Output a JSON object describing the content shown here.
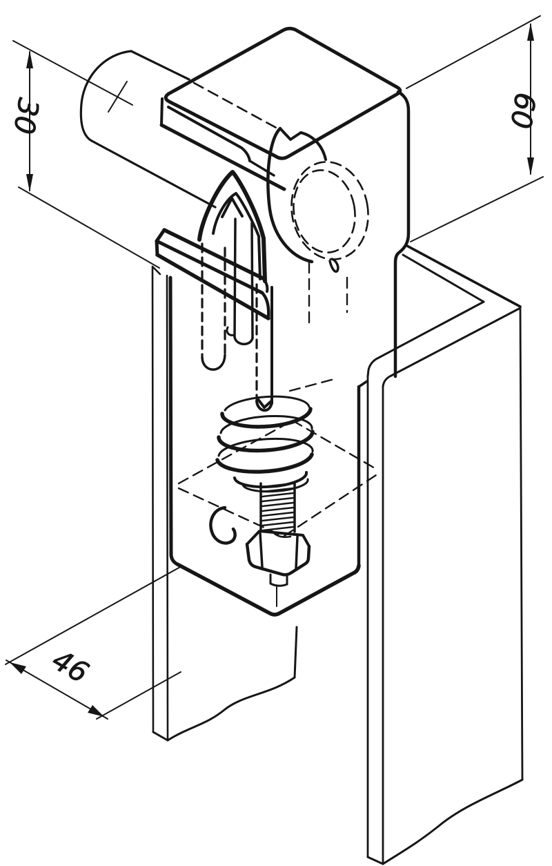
{
  "drawing": {
    "title": "Isometric line drawing of a spring-loaded beam clamp fixing a pipe to a channel profile",
    "colors": {
      "ink": "#161616",
      "background": "#ffffff"
    },
    "dimensions": {
      "d30": {
        "value": "30"
      },
      "d60": {
        "value": "60"
      },
      "d46": {
        "value": "46"
      }
    }
  }
}
